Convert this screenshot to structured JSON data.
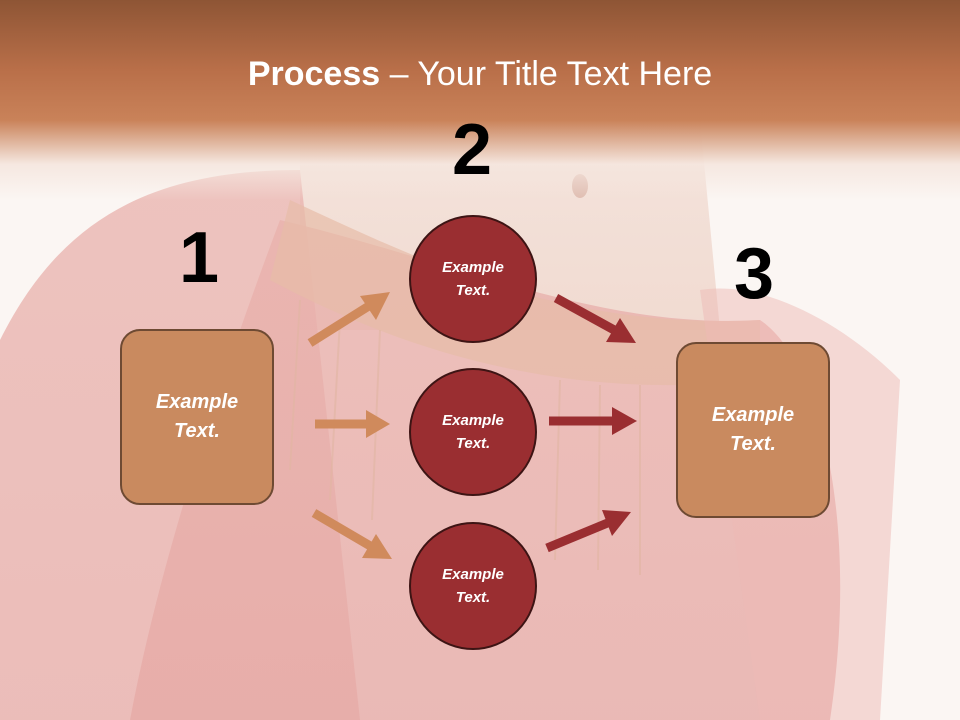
{
  "title": {
    "bold": "Process",
    "rest": " – Your Title Text Here"
  },
  "steps": [
    {
      "number": "1"
    },
    {
      "number": "2"
    },
    {
      "number": "3"
    }
  ],
  "left_box": {
    "text": "Example Text."
  },
  "right_box": {
    "text": "Example Text."
  },
  "circles": [
    {
      "text": "Example Text."
    },
    {
      "text": "Example Text."
    },
    {
      "text": "Example Text."
    }
  ],
  "colors": {
    "header": "#b96f49",
    "box_fill": "#c98a5f",
    "circle_fill": "#9a2e31",
    "left_arrow": "#d08a5c",
    "right_arrow": "#9a2e31"
  }
}
